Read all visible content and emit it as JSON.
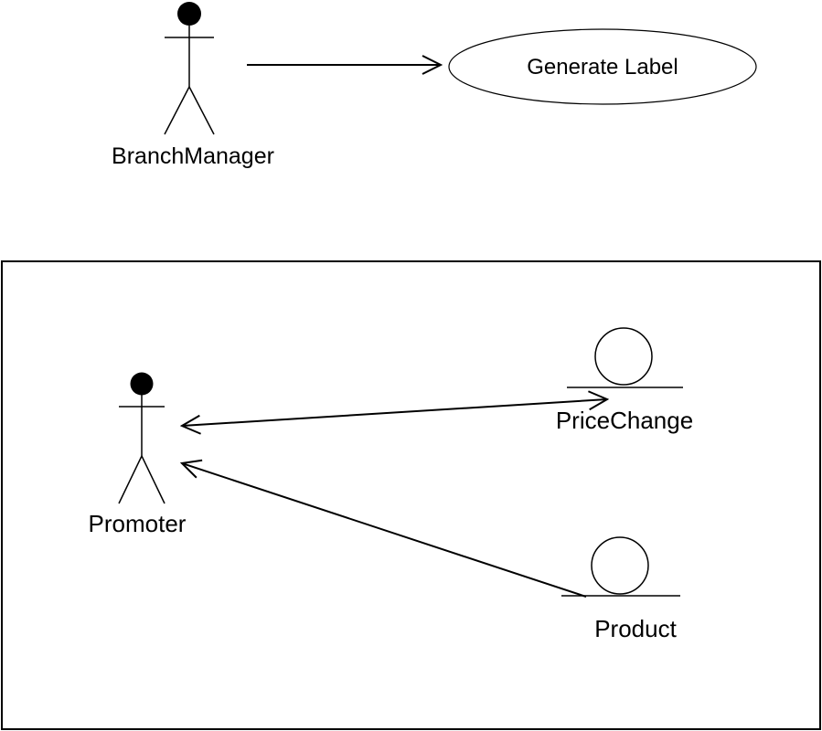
{
  "top_diagram": {
    "actor": {
      "label": "BranchManager"
    },
    "use_case": {
      "label": "Generate Label"
    }
  },
  "bottom_diagram": {
    "actor": {
      "label": "Promoter"
    },
    "entities": [
      {
        "label": "PriceChange"
      },
      {
        "label": "Product"
      }
    ]
  },
  "colors": {
    "stroke": "#000000",
    "background": "#ffffff"
  }
}
